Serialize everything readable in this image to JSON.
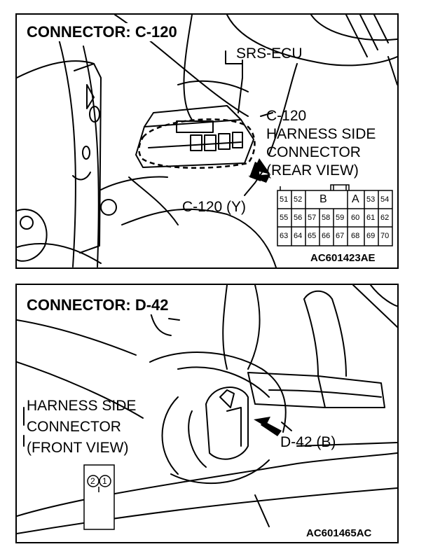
{
  "top_panel": {
    "title": "CONNECTOR: C-120",
    "ecu_label": "SRS-ECU",
    "connector_label_lines": [
      "C-120",
      "HARNESS SIDE",
      "CONNECTOR",
      "(REAR VIEW)"
    ],
    "connector_ref": "C-120 (Y)",
    "pin_grid": {
      "key_labels": [
        "B",
        "A"
      ],
      "rows": [
        [
          "51",
          "52",
          "",
          "",
          "",
          "",
          "53",
          "54"
        ],
        [
          "55",
          "56",
          "57",
          "58",
          "59",
          "60",
          "61",
          "62"
        ],
        [
          "63",
          "64",
          "65",
          "66",
          "67",
          "68",
          "69",
          "70"
        ]
      ]
    },
    "figure_code": "AC601423AE"
  },
  "bottom_panel": {
    "title": "CONNECTOR: D-42",
    "connector_label_lines": [
      "HARNESS SIDE",
      "CONNECTOR",
      "(FRONT VIEW)"
    ],
    "connector_ref": "D-42 (B)",
    "pins": [
      "2",
      "1"
    ],
    "figure_code": "AC601465AC"
  },
  "colors": {
    "line": "#000000",
    "background": "#ffffff"
  }
}
